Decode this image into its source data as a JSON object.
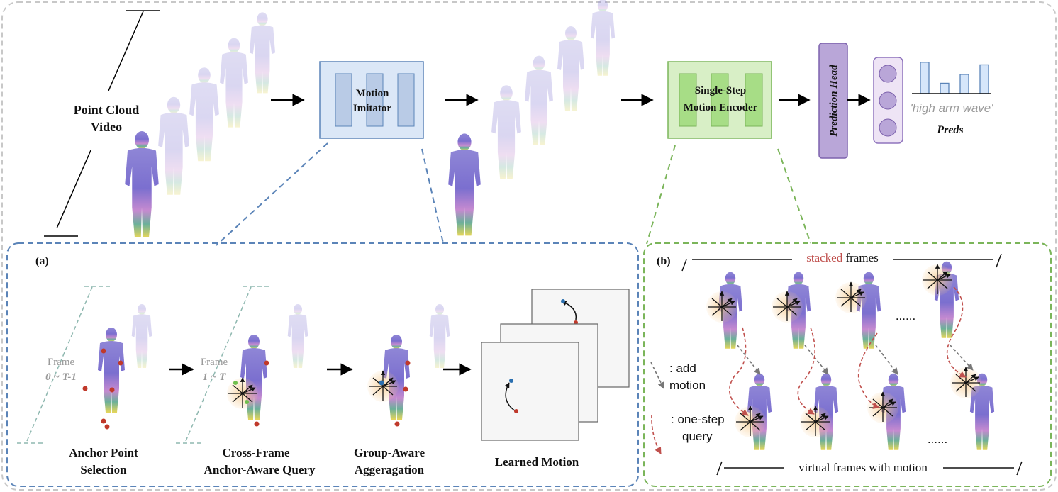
{
  "top": {
    "input_label_line1": "Point Cloud",
    "input_label_line2": "Video",
    "imitator_line1": "Motion",
    "imitator_line2": "Imitator",
    "encoder_line1": "Single-Step",
    "encoder_line2": "Motion Encoder",
    "prediction_head": "Prediction Head",
    "pred_text": "'high arm wave'",
    "preds_label": "Preds",
    "pred_bar_values": [
      0.85,
      0.28,
      0.52,
      0.78
    ]
  },
  "panel_a": {
    "tag": "(a)",
    "frame_label_1": "Frame",
    "frame_range_1": "0 ~ T-1",
    "frame_label_2": "Frame",
    "frame_range_2": "1 ~ T",
    "step1_line1": "Anchor Point",
    "step1_line2": "Selection",
    "step2_line1": "Cross-Frame",
    "step2_line2": "Anchor-Aware Query",
    "step3_line1": "Group-Aware",
    "step3_line2": "Aggeragation",
    "step4": "Learned Motion"
  },
  "panel_b": {
    "tag": "(b)",
    "stacked_word": "stacked",
    "frames_word": "frames",
    "ellipsis_top": "......",
    "ellipsis_bottom": "......",
    "legend_add_line1": ": add",
    "legend_add_line2": "motion",
    "legend_query_line1": ": one-step",
    "legend_query_line2": "query",
    "virtual_label": "virtual frames with motion"
  },
  "colors": {
    "outer_border": "#c8c8c8",
    "blue_dash": "#5b84b8",
    "green_dash": "#7bb55a",
    "imitator_fill": "#dbe7f7",
    "encoder_fill": "#d8efc6",
    "head_fill": "#b9a6d8",
    "stacked_red": "#c0392b",
    "query_red": "#c0504d"
  }
}
